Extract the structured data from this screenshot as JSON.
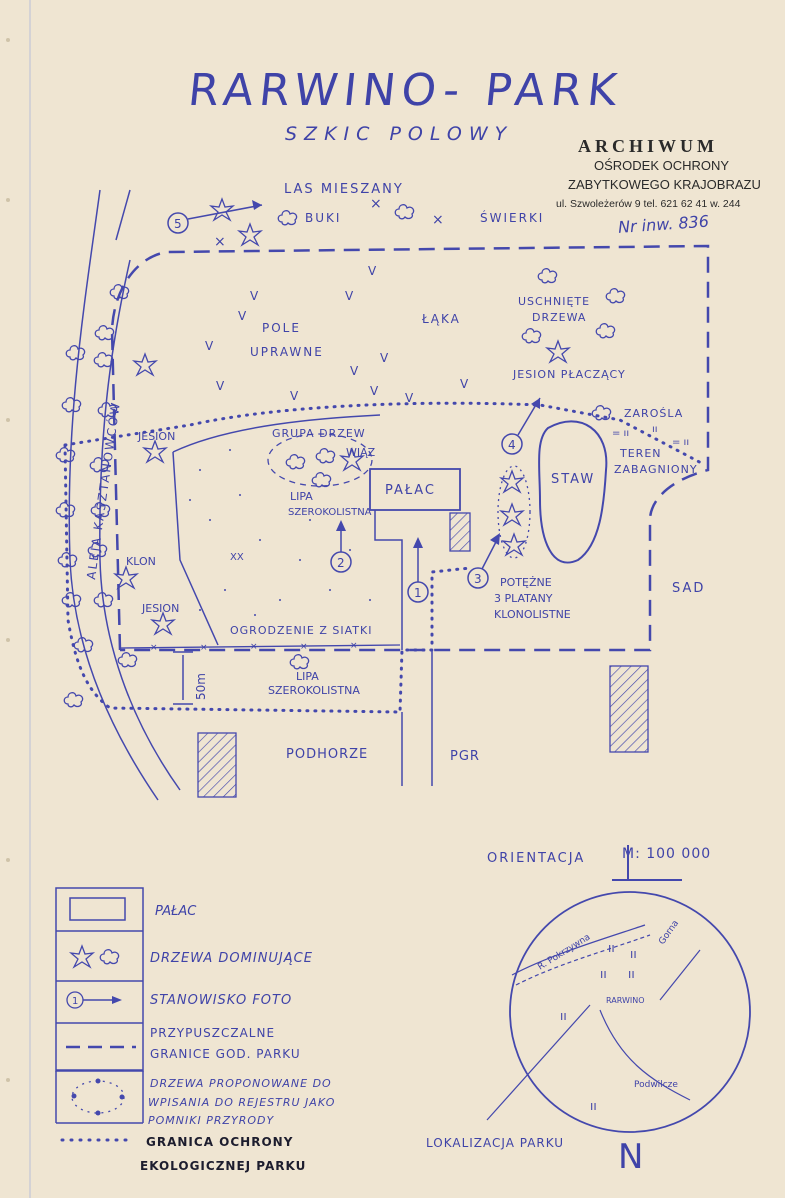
{
  "title": "RARWINO- PARK",
  "subtitle": "SZKIC POLOWY",
  "stamp": {
    "line1": "ARCHIWUM",
    "line2": "OŚRODEK OCHRONY",
    "line3": "ZABYTKOWEGO KRAJOBRAZU",
    "line4": "ul. Szwoleżerów 9  tel. 621 62 41 w. 244",
    "inventory": "Nr inw. 836"
  },
  "map_labels": {
    "forest": "LAS MIESZANY",
    "beech": "BUKI",
    "spruce": "ŚWIERKI",
    "field": "POLE",
    "field2": "UPRAWNE",
    "meadow": "ŁĄKA",
    "dead_trees": "USCHNIĘTE",
    "dead_trees2": "DRZEWA",
    "weeping_ash": "JESION PŁACZĄCY",
    "thicket": "ZAROŚLA",
    "wetland": "TEREN",
    "wetland2": "ZABAGNIONY",
    "tree_group": "GRUPA DRZEW",
    "elm": "WIĄZ",
    "linden": "LIPA",
    "linden2": "SZEROKOLISTNA",
    "palace": "PAŁAC",
    "pond": "STAW",
    "ash_top": "JESION",
    "maple": "KLON",
    "ash_bottom": "JESION",
    "alley": "ALEJA KASZTANOWCÓW",
    "xx": "XX",
    "fence": "OGRODZENIE Z SIATKI",
    "linden_bottom": "LIPA",
    "linden_bottom2": "SZEROKOLISTNA",
    "distance": "50m",
    "plane": "POTĘŻNE",
    "plane2": "3 PLATANY",
    "plane3": "KLONOLISTNE",
    "orchard": "SAD",
    "village": "PODHORZE",
    "pgr": "PGR",
    "photo_points": [
      "1",
      "2",
      "3",
      "4",
      "5"
    ]
  },
  "orientation": {
    "label": "ORIENTACJA",
    "scale": "M: 100 000",
    "location_label": "LOKALIZACJA PARKU",
    "north": "N",
    "inset_labels": [
      "R. Pokrzywna",
      "Gorna",
      "RARWINO",
      "Podwilcze"
    ]
  },
  "legend": [
    {
      "label": "PAŁAC"
    },
    {
      "label": "DRZEWA DOMINUJĄCE"
    },
    {
      "label": "STANOWISKO FOTO",
      "symbol_text": "1"
    },
    {
      "label": "PRZYPUSZCZALNE",
      "label2": "GRANICE GOD. PARKU"
    },
    {
      "label": "DRZEWA PROPONOWANE DO",
      "label2": "WPISANIA DO REJESTRU JAKO",
      "label3": "POMNIKI PRZYRODY"
    },
    {
      "label": "GRANICA OCHRONY",
      "label2": "EKOLOGICZNEJ PARKU"
    }
  ],
  "colors": {
    "paper": "#efe5d2",
    "ink": "#3f43a8",
    "stamp": "#2a2a2a"
  }
}
